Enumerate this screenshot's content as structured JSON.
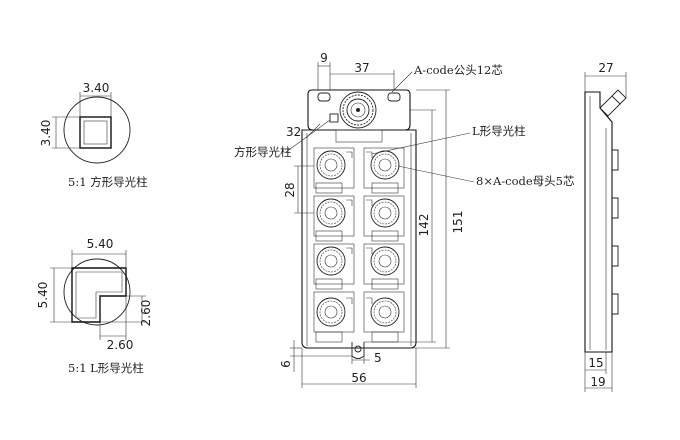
{
  "details": {
    "square": {
      "width_label": "3.40",
      "height_label": "3.40",
      "caption": "5:1 方形导光柱"
    },
    "l_shape": {
      "width_label": "5.40",
      "height_label": "5.40",
      "inner_h_label": "2.60",
      "inner_w_label": "2.60",
      "caption": "5:1 L形导光柱"
    }
  },
  "front_view": {
    "dims": {
      "d9": "9",
      "d37": "37",
      "d32": "32",
      "d28": "28",
      "d142": "142",
      "d151": "151",
      "d5": "5",
      "d6": "6",
      "d56": "56"
    },
    "callouts": {
      "male": "A-code公头12芯",
      "l_guide": "L形导光柱",
      "square_guide": "方形导光柱",
      "female": "8×A-code母头5芯"
    }
  },
  "side_view": {
    "dims": {
      "d27": "27",
      "d15": "15",
      "d19": "19"
    }
  }
}
